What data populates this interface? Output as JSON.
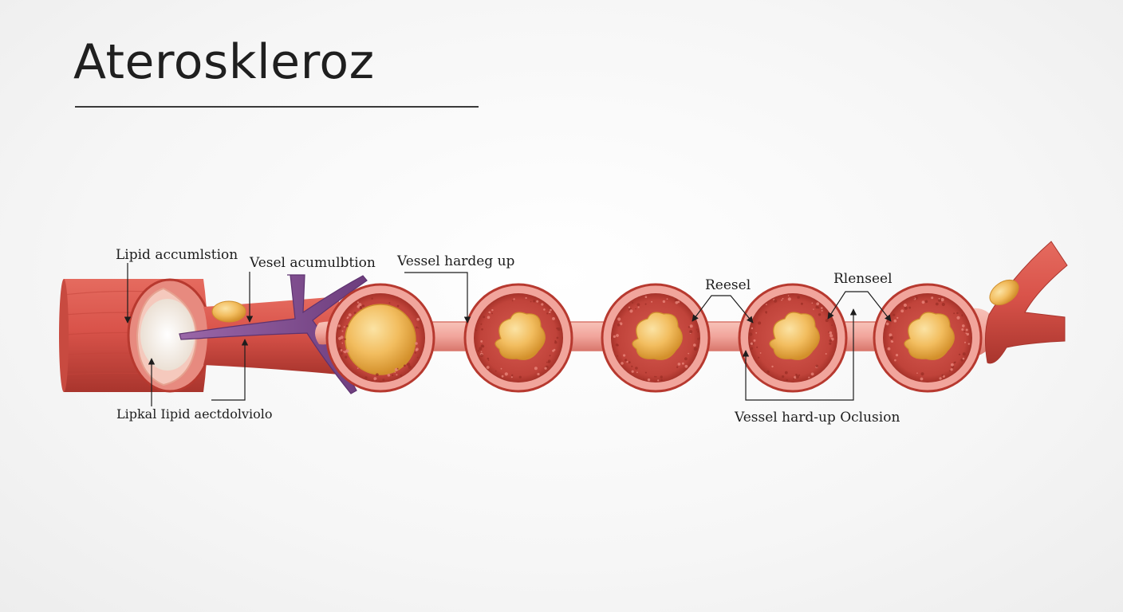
{
  "title": "Ateroskleroz",
  "labels": {
    "lipid_accumulation": "Lipid accumlstion",
    "vessel_accumulation": "Vesel acumulbtion",
    "vessel_hardening_up": "Vessel hardeg up",
    "reesel": "Reesel",
    "rlenseel": "Rlenseel",
    "lipid_aectolvioro": "Lipkal Iipid aectdolviolo",
    "vessel_occlusion": "Vessel hard-up Oclusion"
  },
  "colors": {
    "vessel": "#d9534a",
    "vessel_dark": "#b7392f",
    "vessel_light": "#f1a59c",
    "lumen": "#c9453c",
    "plaque": "#f2c064",
    "plaque_dark": "#d99a2e",
    "vein": "#7d4a8c",
    "fat_white": "#f4efe7"
  }
}
